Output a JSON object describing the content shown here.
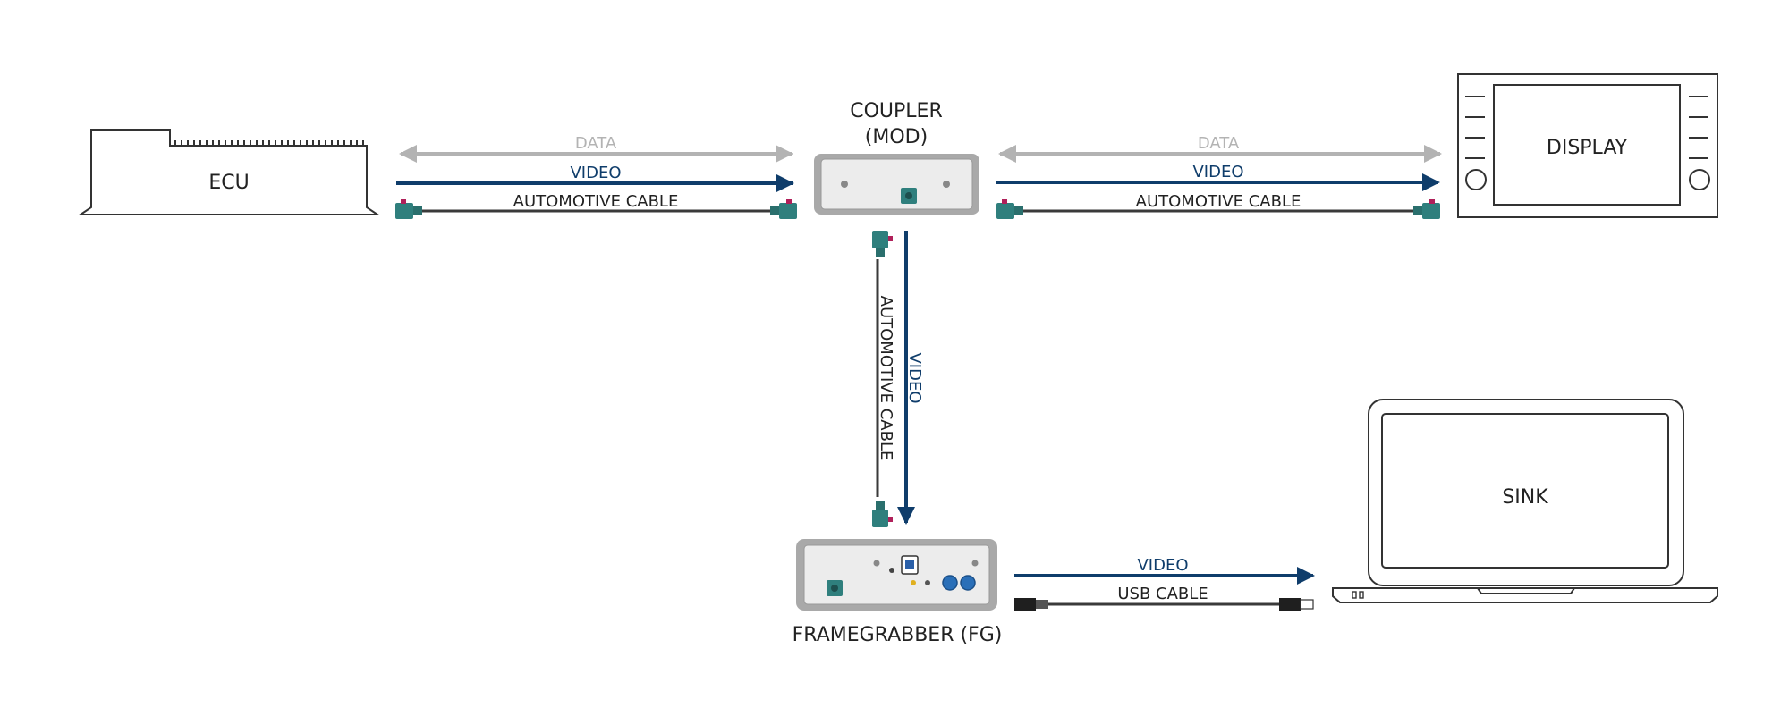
{
  "colors": {
    "data": "#b3b3b3",
    "video": "#0f3d6b",
    "cable": "#3a3a3a",
    "connector": "#2f7f7d",
    "connector_accent": "#b0205a",
    "outline": "#333333",
    "device_body": "#ececec",
    "device_frame": "#a9a9a9",
    "knob": "#2a6fb8"
  },
  "nodes": {
    "ecu": {
      "label": "ECU"
    },
    "coupler": {
      "label_line1": "COUPLER",
      "label_line2": "(MOD)"
    },
    "display": {
      "label": "DISPLAY"
    },
    "framegrabber": {
      "label": "FRAMEGRABBER (FG)"
    },
    "sink": {
      "label": "SINK"
    }
  },
  "links": {
    "ecu_coupler": {
      "data": "DATA",
      "video": "VIDEO",
      "cable": "AUTOMOTIVE CABLE"
    },
    "coupler_display": {
      "data": "DATA",
      "video": "VIDEO",
      "cable": "AUTOMOTIVE CABLE"
    },
    "coupler_fg": {
      "video": "VIDEO",
      "cable": "AUTOMOTIVE CABLE"
    },
    "fg_sink": {
      "video": "VIDEO",
      "cable": "USB CABLE"
    }
  }
}
